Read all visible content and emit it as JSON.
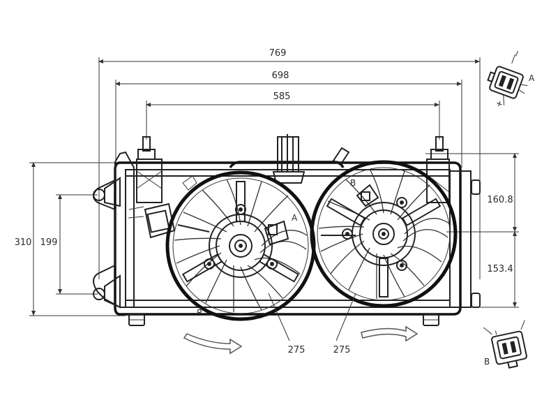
{
  "drawing": {
    "dimensions": {
      "overall_width": "769",
      "frame_width": "698",
      "mount_width": "585",
      "overall_height": "310",
      "mount_height": "199",
      "upper_offset": "160.8",
      "lower_offset": "153.4",
      "fan_left_diameter": "275",
      "fan_right_diameter": "275"
    },
    "labels": {
      "connector_a": "A",
      "connector_b": "B",
      "fan_left_marker": "A",
      "fan_right_marker": "B",
      "small_r": "R"
    },
    "colors": {
      "ink": "#222222",
      "arrow_fill": "#ffffff",
      "background": "#ffffff"
    }
  }
}
